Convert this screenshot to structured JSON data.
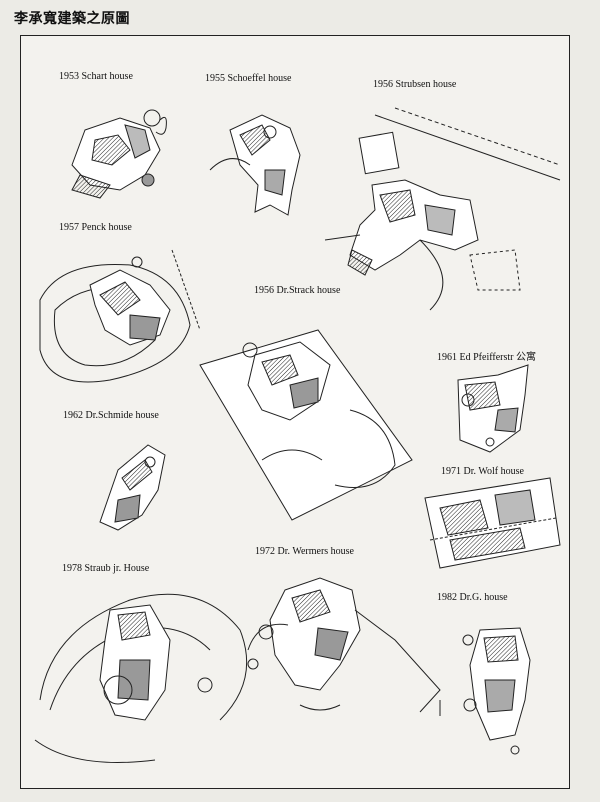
{
  "page": {
    "title": "李承寬建築之原圖"
  },
  "plans": [
    {
      "id": "schart",
      "label": "1953 Schart house"
    },
    {
      "id": "schoeffel",
      "label": "1955 Schoeffel house"
    },
    {
      "id": "strausen",
      "label": "1956 Strubsen house"
    },
    {
      "id": "penck",
      "label": "1957 Penck house"
    },
    {
      "id": "strack",
      "label": "1956 Dr.Strack house"
    },
    {
      "id": "pfeiffer",
      "label": "1961 Ed Pfeifferstr 公寓"
    },
    {
      "id": "schmide",
      "label": "1962 Dr.Schmide house"
    },
    {
      "id": "wolf",
      "label": "1971 Dr. Wolf house"
    },
    {
      "id": "wermers",
      "label": "1972 Dr. Wermers  house"
    },
    {
      "id": "straub",
      "label": "1978 Straub jr. House"
    },
    {
      "id": "drg",
      "label": "1982 Dr.G. house"
    }
  ]
}
